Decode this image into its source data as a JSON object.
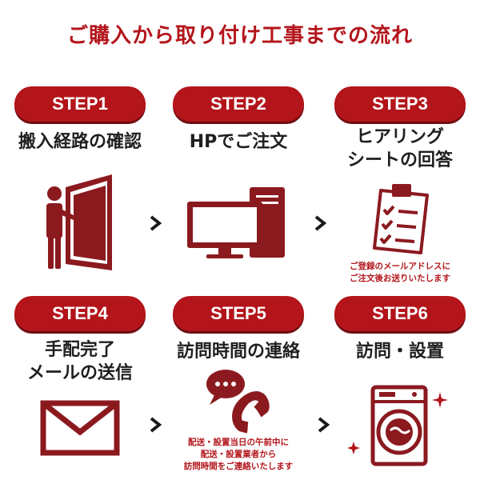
{
  "title": "ご購入から取り付け工事までの流れ",
  "colors": {
    "accent": "#b3151b",
    "icon": "#8b1a1f"
  },
  "steps": [
    {
      "badge": "STEP1",
      "lines": [
        "搬入経路の確認"
      ],
      "icon": "person-at-door-icon"
    },
    {
      "badge": "STEP2",
      "lines": [
        "HPでご注文"
      ],
      "icon": "desktop-computer-icon"
    },
    {
      "badge": "STEP3",
      "lines": [
        "ヒアリング",
        "シートの回答"
      ],
      "icon": "clipboard-checklist-icon"
    },
    {
      "badge": "STEP4",
      "lines": [
        "手配完了",
        "メールの送信"
      ],
      "icon": "envelope-icon"
    },
    {
      "badge": "STEP5",
      "lines": [
        "訪問時間の連絡"
      ],
      "icon": "phone-call-icon"
    },
    {
      "badge": "STEP6",
      "lines": [
        "訪問・設置"
      ],
      "icon": "washing-machine-icon"
    }
  ],
  "notes": {
    "step3": [
      "ご登録のメールアドレスに",
      "ご注文後お送りいたします"
    ],
    "step5": [
      "配送・設置当日の午前中に",
      "配送・設置業者から",
      "訪問時間をご連絡いたします"
    ]
  }
}
